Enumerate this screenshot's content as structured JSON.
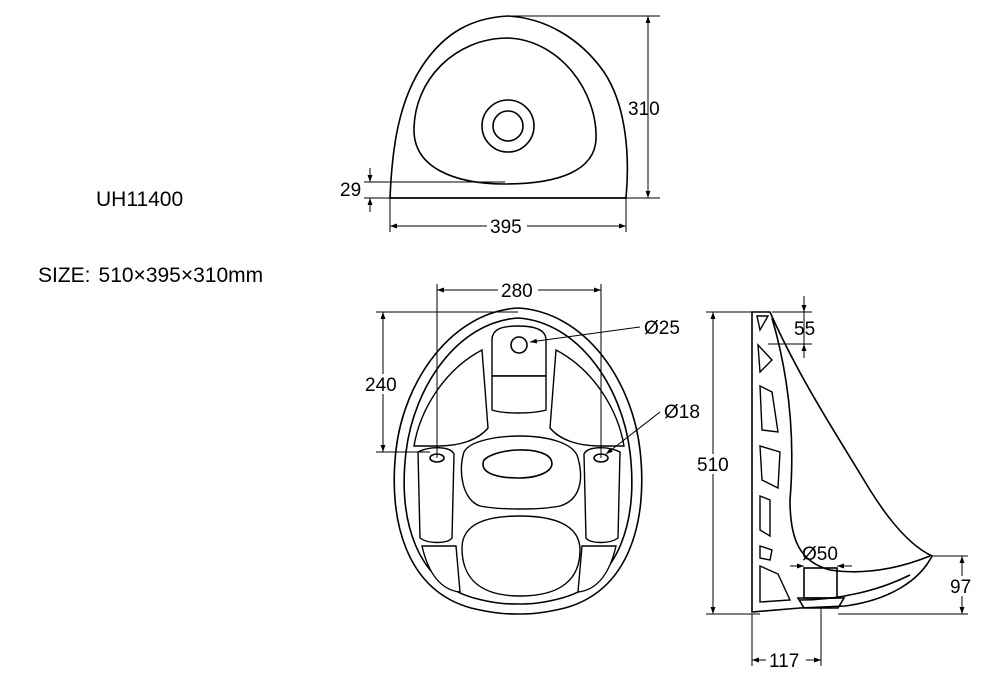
{
  "model": "UH11400",
  "size_label": "SIZE:",
  "size_value": "510×395×310mm",
  "dimensions": {
    "top_depth": "310",
    "top_rim": "29",
    "top_width": "395",
    "front_hole_spacing": "280",
    "front_hole_height": "240",
    "inlet_diameter": "Ø25",
    "fixing_hole_diameter": "Ø18",
    "side_height": "510",
    "side_inlet_offset": "55",
    "outlet_diameter": "Ø50",
    "outlet_height": "97",
    "outlet_offset": "117"
  }
}
